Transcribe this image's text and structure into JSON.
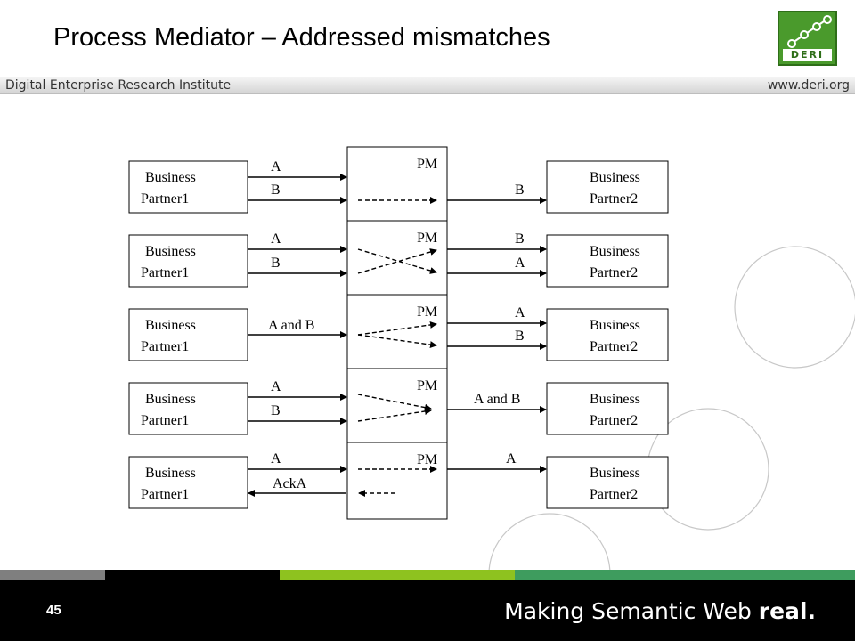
{
  "slide": {
    "title": "Process Mediator – Addressed mismatches",
    "slide_number": "45",
    "tagline_normal": "Making Semantic Web ",
    "tagline_bold": "real."
  },
  "header": {
    "institute": "Digital Enterprise Research Institute",
    "website": "www.deri.org",
    "logo_text": "DERI"
  },
  "diagram": {
    "left_partner": [
      "Business",
      "Partner1"
    ],
    "right_partner": [
      "Business",
      "Partner2"
    ],
    "mediator": "PM",
    "rows": [
      {
        "left_labels": [
          "A",
          "B"
        ],
        "right_labels": [
          "B"
        ]
      },
      {
        "left_labels": [
          "A",
          "B"
        ],
        "right_labels": [
          "B",
          "A"
        ]
      },
      {
        "left_labels": [
          "A and B"
        ],
        "right_labels": [
          "A",
          "B"
        ]
      },
      {
        "left_labels": [
          "A",
          "B"
        ],
        "right_labels": [
          "A and B"
        ]
      },
      {
        "left_labels": [
          "A",
          "AckA"
        ],
        "right_labels": [
          "A"
        ]
      }
    ]
  },
  "colors": {
    "logo_green": "#4a9a2c",
    "bar_gray": "#7f7f7f",
    "bar_black": "#000000",
    "bar_lime": "#8ec21f",
    "bar_green": "#3e9c5e"
  }
}
